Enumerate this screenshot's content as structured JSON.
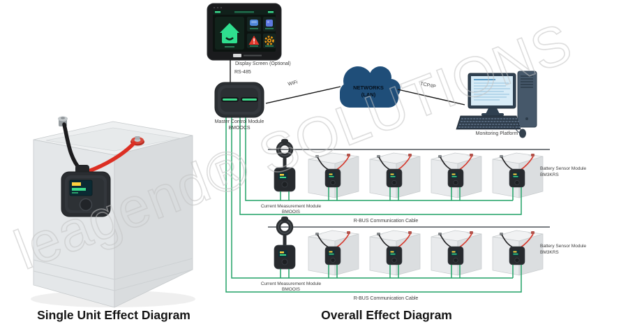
{
  "watermark": "leagend® SOLUTIONS",
  "titles": {
    "single_unit": "Single Unit Effect Diagram",
    "overall": "Overall Effect Diagram"
  },
  "nodes": {
    "display_screen": {
      "label": "Display Screen (Optional)",
      "icons": [
        "home-icon",
        "blue-panel-icon",
        "blue-grid-icon",
        "warning-triangle-icon",
        "gear-icon"
      ]
    },
    "master_control": {
      "name": "Master Control Module",
      "model": "BMOOCS"
    },
    "cloud": {
      "line1": "NETWORKS",
      "line2": "(LAN)"
    },
    "monitoring_platform": {
      "label": "Monitoring Platform"
    },
    "current_module": {
      "name": "Current Measurement Module",
      "model": "BMOOIS"
    },
    "battery_sensor": {
      "name": "Battery Sensor Module",
      "model": "BM3KRS"
    }
  },
  "links": {
    "rs485": "RS-485",
    "wifi": "WiFi",
    "tcpip": "TCP/IP",
    "rbus": "R-BUS Communication Cable"
  },
  "counts": {
    "batteries_per_row": 4,
    "rows": 2
  },
  "colors": {
    "wire_green": "#21a267",
    "cloud_blue": "#1f4e79",
    "cable_red": "#dc2f23",
    "cable_black": "#1c1c1e",
    "screen_green": "#2fdf8f",
    "watermark_gray": "#c3c3c3"
  }
}
